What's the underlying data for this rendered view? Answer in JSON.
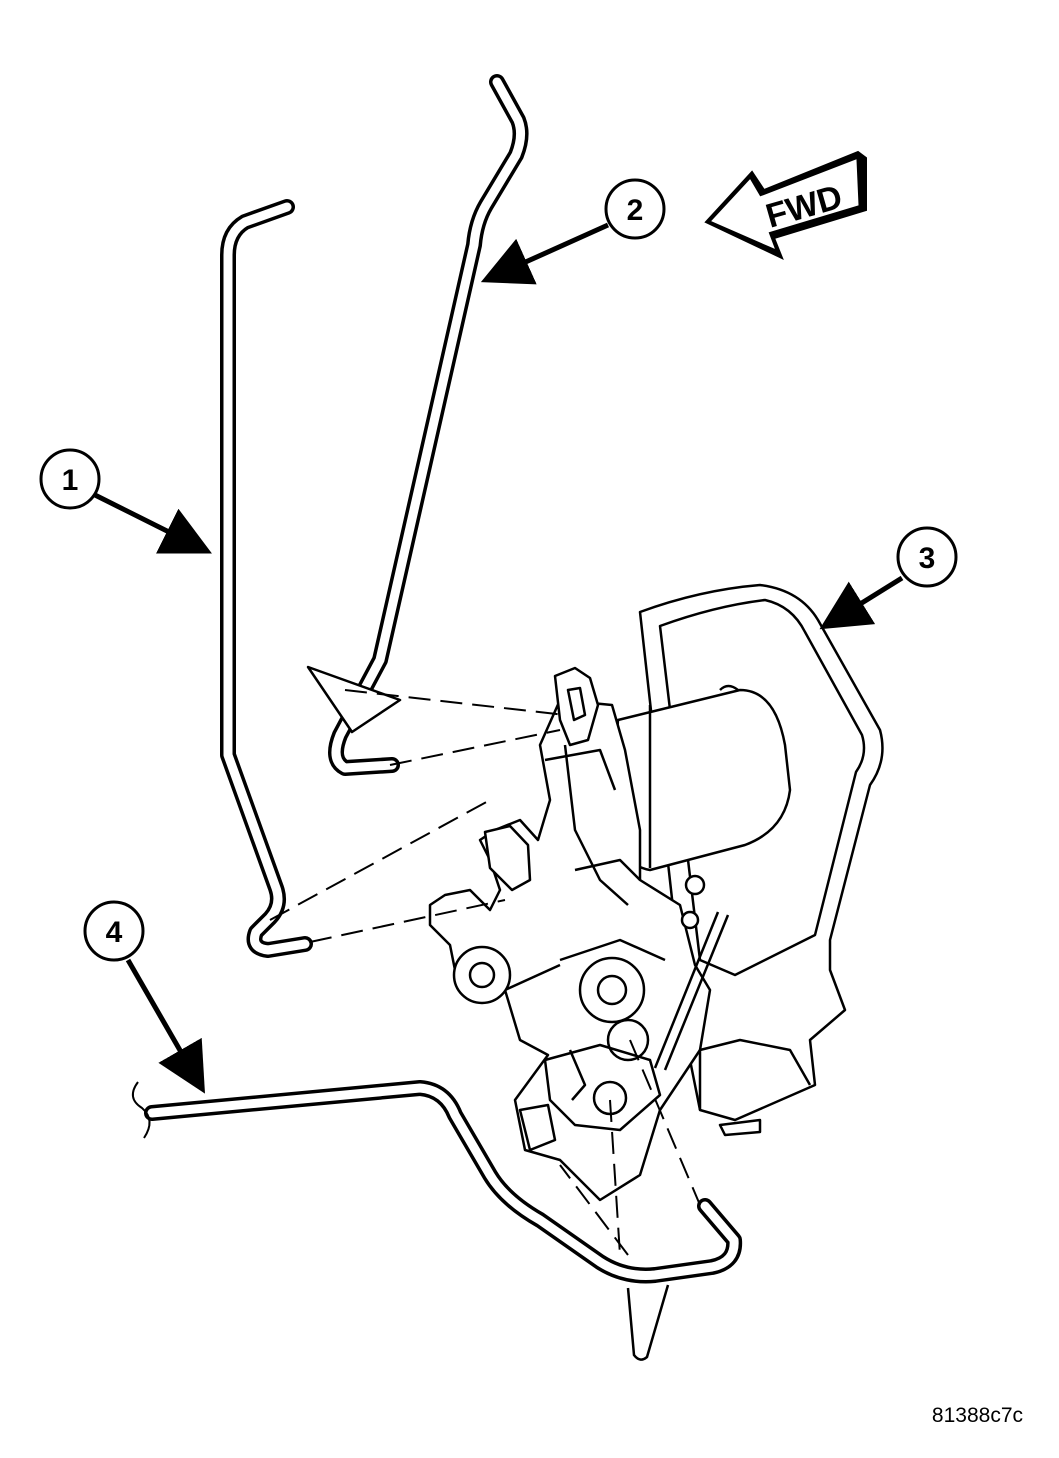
{
  "callouts": [
    {
      "label": "1"
    },
    {
      "label": "2"
    },
    {
      "label": "3"
    },
    {
      "label": "4"
    }
  ],
  "direction_arrow": {
    "label": "FWD"
  },
  "figure_id": "81388c7c"
}
